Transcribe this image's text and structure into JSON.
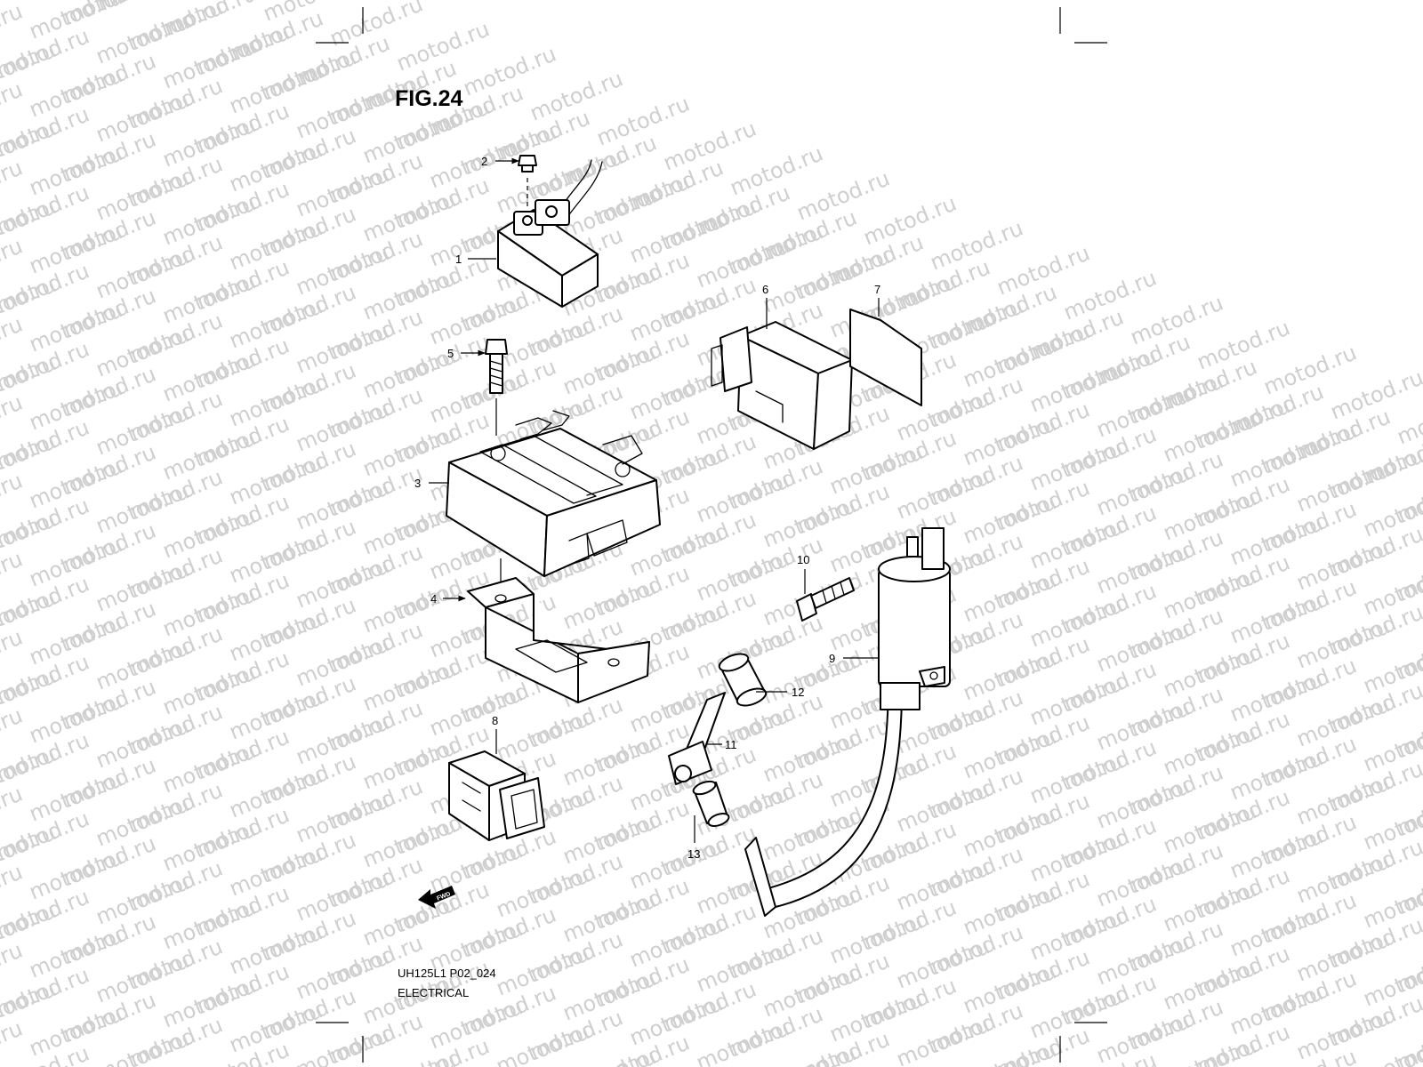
{
  "figure": {
    "title": "FIG.24"
  },
  "watermark": {
    "text": "motod.ru"
  },
  "callouts": [
    "1",
    "2",
    "3",
    "4",
    "5",
    "6",
    "7",
    "8",
    "9",
    "10",
    "11",
    "12",
    "13"
  ],
  "fwd_label": "FWD",
  "footer": {
    "code": "UH125L1 P02_024",
    "section": "ELECTRICAL"
  }
}
